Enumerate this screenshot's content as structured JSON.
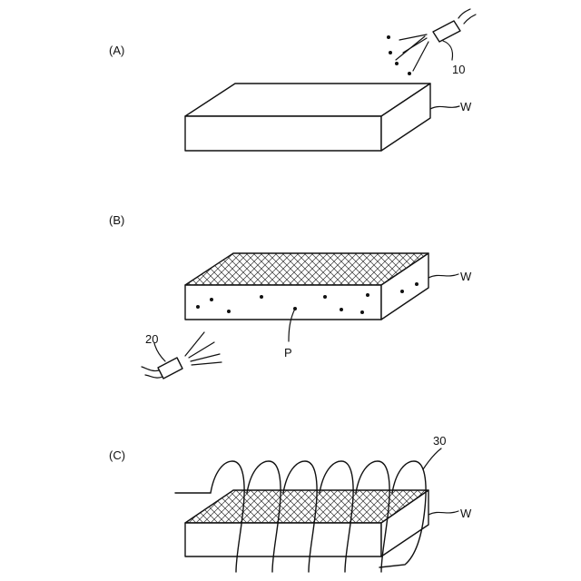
{
  "panels": {
    "a": {
      "panel_label": "(A)",
      "nozzle_ref": "10",
      "workpiece_ref": "W"
    },
    "b": {
      "panel_label": "(B)",
      "nozzle_ref": "20",
      "particle_ref": "P",
      "workpiece_ref": "W"
    },
    "c": {
      "panel_label": "(C)",
      "coil_ref": "30",
      "workpiece_ref": "W"
    }
  },
  "colors": {
    "line": "#111111",
    "background": "#ffffff"
  }
}
